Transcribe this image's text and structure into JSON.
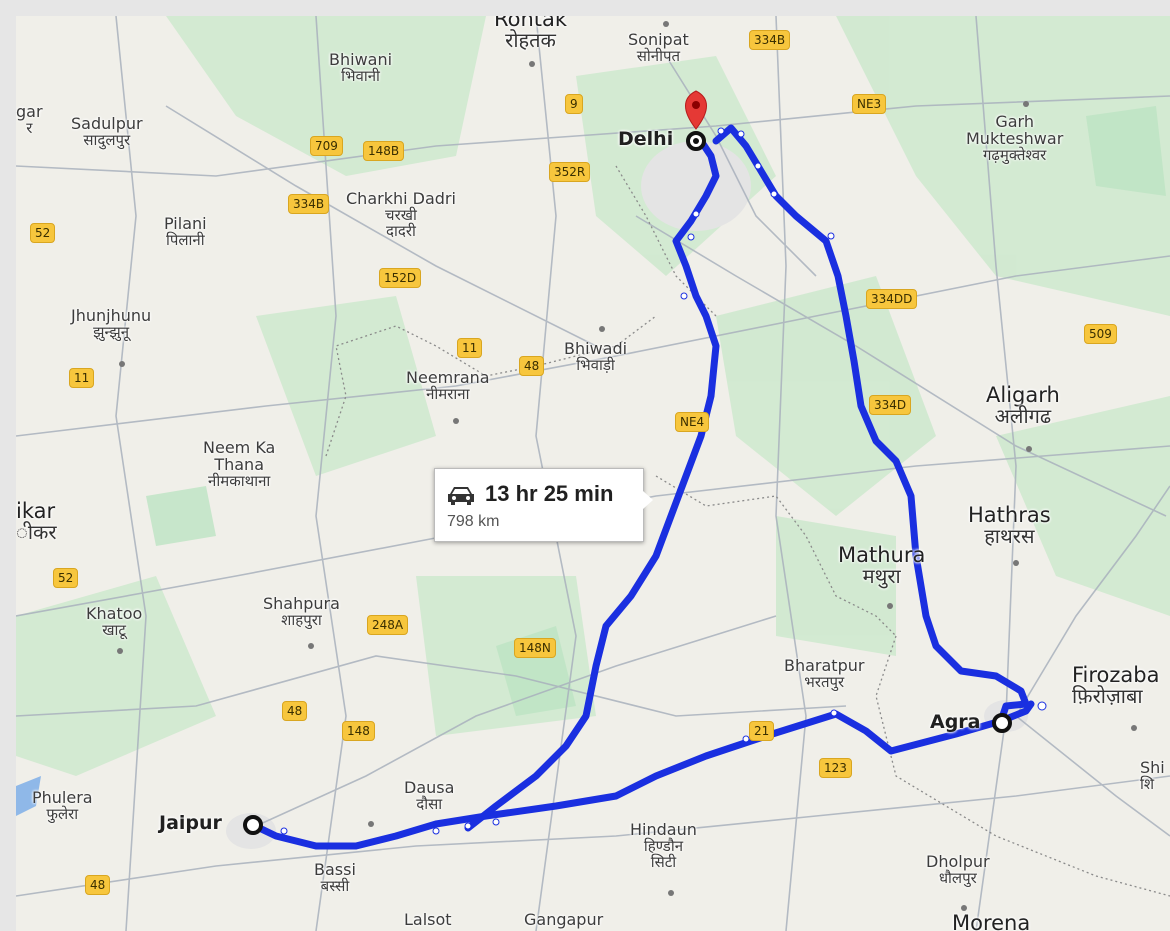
{
  "map": {
    "route_color": "#1a2fe0",
    "origin": "Jaipur",
    "destination": "Delhi",
    "waypoint": "Agra"
  },
  "route_info": {
    "icon": "car-icon",
    "duration": "13 hr 25 min",
    "distance": "798 km"
  },
  "places": {
    "rohtak_hi": "रोहतक",
    "rohtak_en": "Rohtak",
    "sonipat_en": "Sonipat",
    "sonipat_hi": "सोनीपत",
    "bhiwani_en": "Bhiwani",
    "bhiwani_hi": "भिवानी",
    "sadulpur_en": "Sadulpur",
    "sadulpur_hi": "सादुलपुर",
    "gar_en": "gar",
    "gar_hi": "र",
    "garh_en": "Garh",
    "garh2_en": "Mukteshwar",
    "garh_hi": "गढ़मुक्तेश्वर",
    "delhi_en": "Delhi",
    "charkhi_en": "Charkhi Dadri",
    "charkhi_hi1": "चरखी",
    "charkhi_hi2": "दादरी",
    "pilani_en": "Pilani",
    "pilani_hi": "पिलानी",
    "jhunjhunu_en": "Jhunjhunu",
    "jhunjhunu_hi": "झुन्झुनू",
    "bhiwadi_en": "Bhiwadi",
    "bhiwadi_hi": "भिवाड़ी",
    "neemrana_en": "Neemrana",
    "neemrana_hi": "नीमराना",
    "aligarh_en": "Aligarh",
    "aligarh_hi": "अलीगढ",
    "neemka_en1": "Neem Ka",
    "neemka_en2": "Thana",
    "neemka_hi": "नीमकाथाना",
    "sikar_en": "ikar",
    "sikar_hi": "ीकर",
    "hathras_en": "Hathras",
    "hathras_hi": "हाथरस",
    "mathura_en": "Mathura",
    "mathura_hi": "मथुरा",
    "shahpura_en": "Shahpura",
    "shahpura_hi": "शाहपुरा",
    "khatoo_en": "Khatoo",
    "khatoo_hi": "खाटू",
    "bharatpur_en": "Bharatpur",
    "bharatpur_hi": "भरतपुर",
    "firozabad_en": "Firozaba",
    "firozabad_hi": "फ़िरोज़ाबा",
    "agra_en": "Agra",
    "shi_en": "Shi",
    "shi_hi": "शि",
    "phulera_en": "Phulera",
    "phulera_hi": "फुलेरा",
    "jaipur_en": "Jaipur",
    "dausa_en": "Dausa",
    "dausa_hi": "दौसा",
    "hindaun_en": "Hindaun",
    "hindaun_hi1": "हिण्डौन",
    "hindaun_hi2": "सिटी",
    "bassi_en": "Bassi",
    "bassi_hi": "बस्सी",
    "dholpur_en": "Dholpur",
    "dholpur_hi": "धौलपुर",
    "lalsot_en": "Lalsot",
    "gangapur_en": "Gangapur",
    "morena_en": "Morena"
  },
  "highways": {
    "h334b_top": "334B",
    "h9": "9",
    "hne3": "NE3",
    "h709": "709",
    "h148b": "148B",
    "h352r": "352R",
    "h334b_left": "334B",
    "h52_top": "52",
    "h152d": "152D",
    "h334dd": "334DD",
    "h509": "509",
    "h11_mid": "11",
    "h48_mid": "48",
    "h11_left": "11",
    "hne4": "NE4",
    "h334d": "334D",
    "h52_left": "52",
    "h248a": "248A",
    "h148n": "148N",
    "h48_low": "48",
    "h148": "148",
    "h21": "21",
    "h123": "123",
    "h48_bottom": "48"
  }
}
